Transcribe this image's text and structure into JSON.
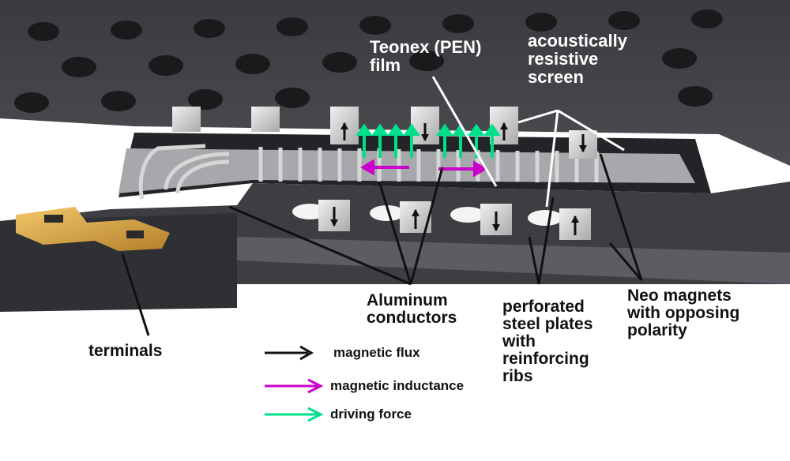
{
  "labels": {
    "teonex_film": "Teonex (PEN)\nfilm",
    "acoustic_screen": "acoustically\nresistive\nscreen",
    "aluminum_conductors": "Aluminum\nconductors",
    "steel_plates": "perforated\nsteel plates\nwith\nreinforcing\nribs",
    "neo_magnets": "Neo magnets\nwith opposing\npolarity",
    "terminals": "terminals"
  },
  "legend": [
    {
      "label": "magnetic flux",
      "color": "#111111"
    },
    {
      "label": "magnetic inductance",
      "color": "#cc00cc"
    },
    {
      "label": "driving force",
      "color": "#00e08a"
    }
  ],
  "colors": {
    "body_dark": "#2b2c2f",
    "body_mid": "#55575c",
    "magnet": "#cfcfcf",
    "terminal": "#d9a43a"
  }
}
